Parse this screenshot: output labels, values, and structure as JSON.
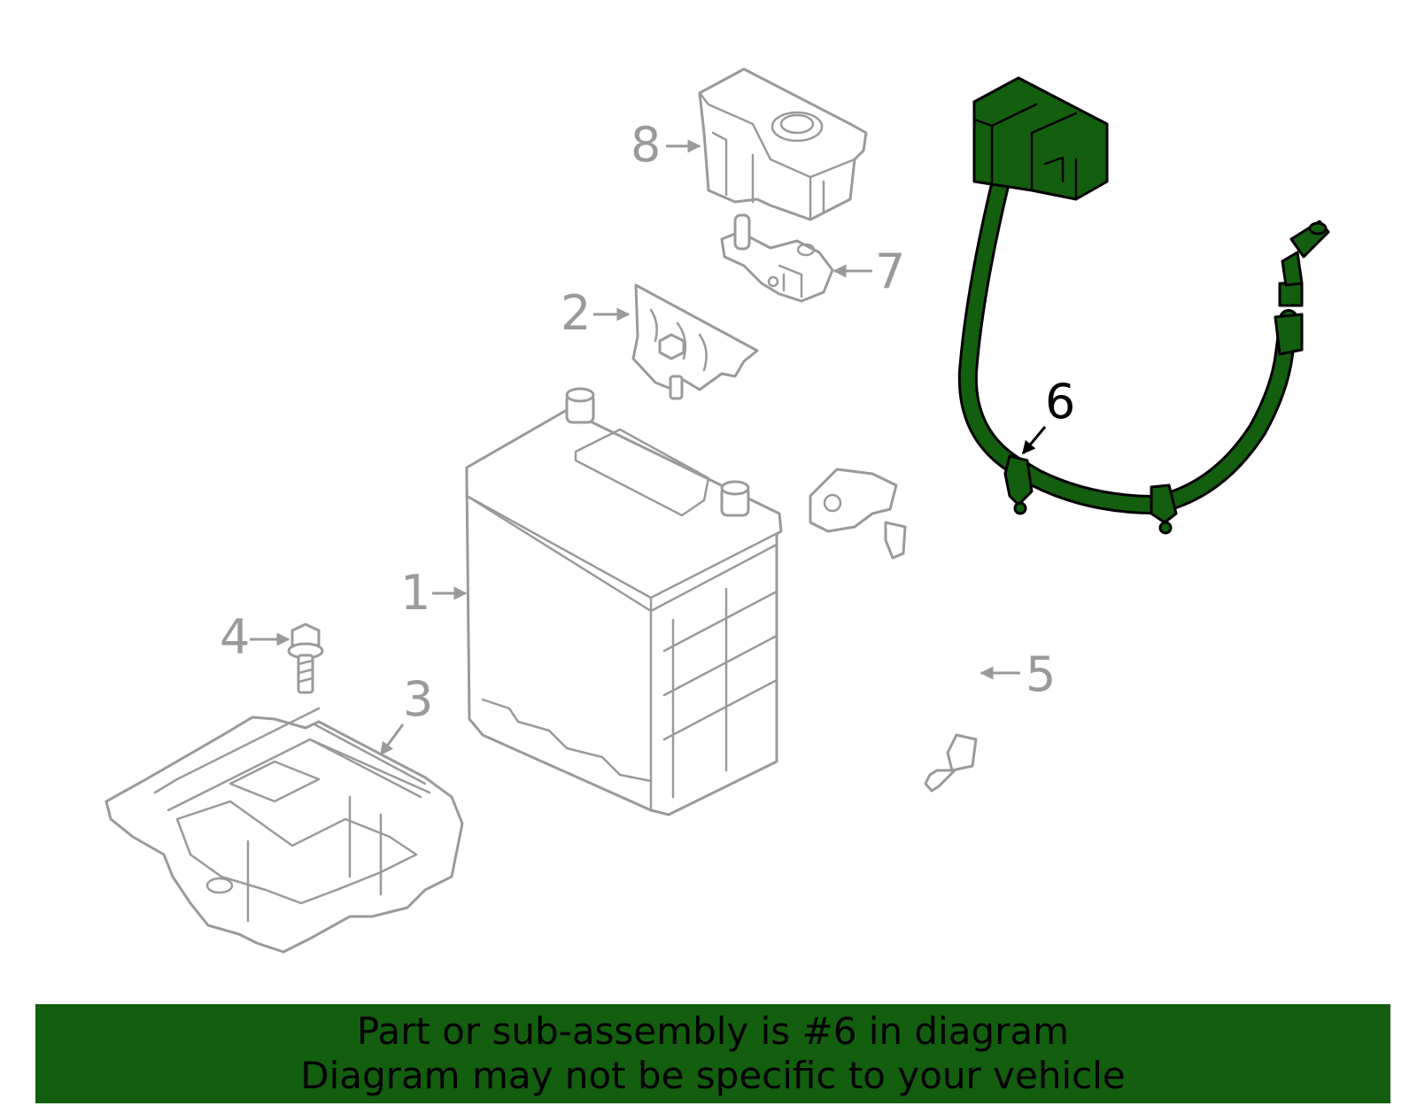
{
  "callouts": {
    "c1": "1",
    "c2": "2",
    "c3": "3",
    "c4": "4",
    "c5": "5",
    "c6": "6",
    "c7": "7",
    "c8": "8"
  },
  "highlighted_part": "6",
  "colors": {
    "highlight": "#135e0f",
    "part_outline": "#9a9a9a",
    "banner": "#135e0f",
    "banner_text": "#000000"
  },
  "banner": {
    "line1": "Part or sub-assembly is #6 in diagram",
    "line2": "Diagram may not be specific to your vehicle"
  }
}
